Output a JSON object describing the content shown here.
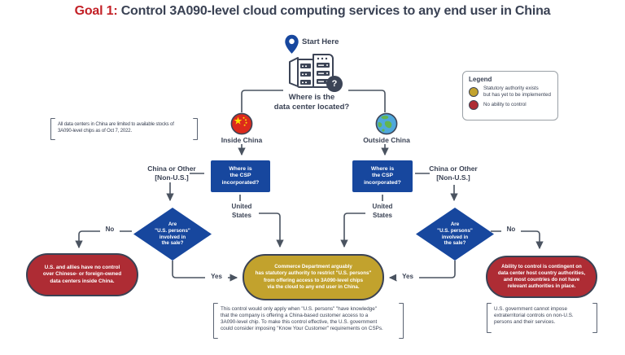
{
  "title": {
    "prefix": "Goal 1:",
    "rest": " Control 3A090-level cloud computing services to any end user in China"
  },
  "start": {
    "label": "Start Here",
    "badge": "?",
    "question": "Where is the\ndata center located?"
  },
  "branches": {
    "inside": {
      "label": "Inside China",
      "icon": "china-flag-icon"
    },
    "outside": {
      "label": "Outside China",
      "icon": "globe-icon"
    }
  },
  "nodes": {
    "csp_left": "Where is\nthe CSP\nincorporated?",
    "csp_right": "Where is\nthe CSP\nincorporated?",
    "china_or_other_left": "China or Other\n[Non-U.S.]",
    "china_or_other_right": "China or Other\n[Non-U.S.]",
    "united_states_left": "United\nStates",
    "united_states_right": "United\nStates",
    "us_persons_left": "Are\n\"U.S. persons\"\ninvolved in\nthe sale?",
    "us_persons_right": "Are\n\"U.S. persons\"\ninvolved in\nthe sale?",
    "outcome_left": "U.S. and allies have no control\nover Chinese- or foreign-owned\ndata centers inside China.",
    "outcome_center": "Commerce Department arguably\nhas statutory authority to restrict \"U.S. persons\"\nfrom offering access to 3A090-level chips\nvia the cloud to any end user in China.",
    "outcome_right": "Ability to control is contingent on\ndata center host country authorities,\nand most countries do not have\nrelevant authorities in place."
  },
  "edge_labels": {
    "yes_left": "Yes",
    "yes_right": "Yes",
    "no_left": "No",
    "no_right": "No"
  },
  "legend": {
    "title": "Legend",
    "items": [
      {
        "color": "#c2a22d",
        "label": "Statutory authority exists\nbut has yet to be implemented"
      },
      {
        "color": "#ae2c34",
        "label": "No ability to control"
      }
    ]
  },
  "callouts": {
    "china_note": "All data centers in China are limited to available stocks of\n3A090-level chips as of Oct 7, 2022.",
    "center_note": "This control would only apply when \"U.S. persons\" \"have knowledge\"\nthat the company is offering a China-based customer access to a\n3A090-level chip. To make this control effective, the U.S. government\ncould consider imposing \"Know Your Customer\" requirements on CSPs.",
    "right_note": "U.S. government cannot impose\nextraterritorial controls on non-U.S.\npersons and their services."
  },
  "colors": {
    "blue": "#17479e",
    "gold": "#c2a22d",
    "red": "#ae2c34",
    "title_red": "#c32127",
    "text_dark": "#3a4254",
    "line": "#4a5360",
    "flag_red": "#dc2a1c",
    "globe_blue": "#4fa8dc",
    "globe_green": "#63b54f"
  }
}
